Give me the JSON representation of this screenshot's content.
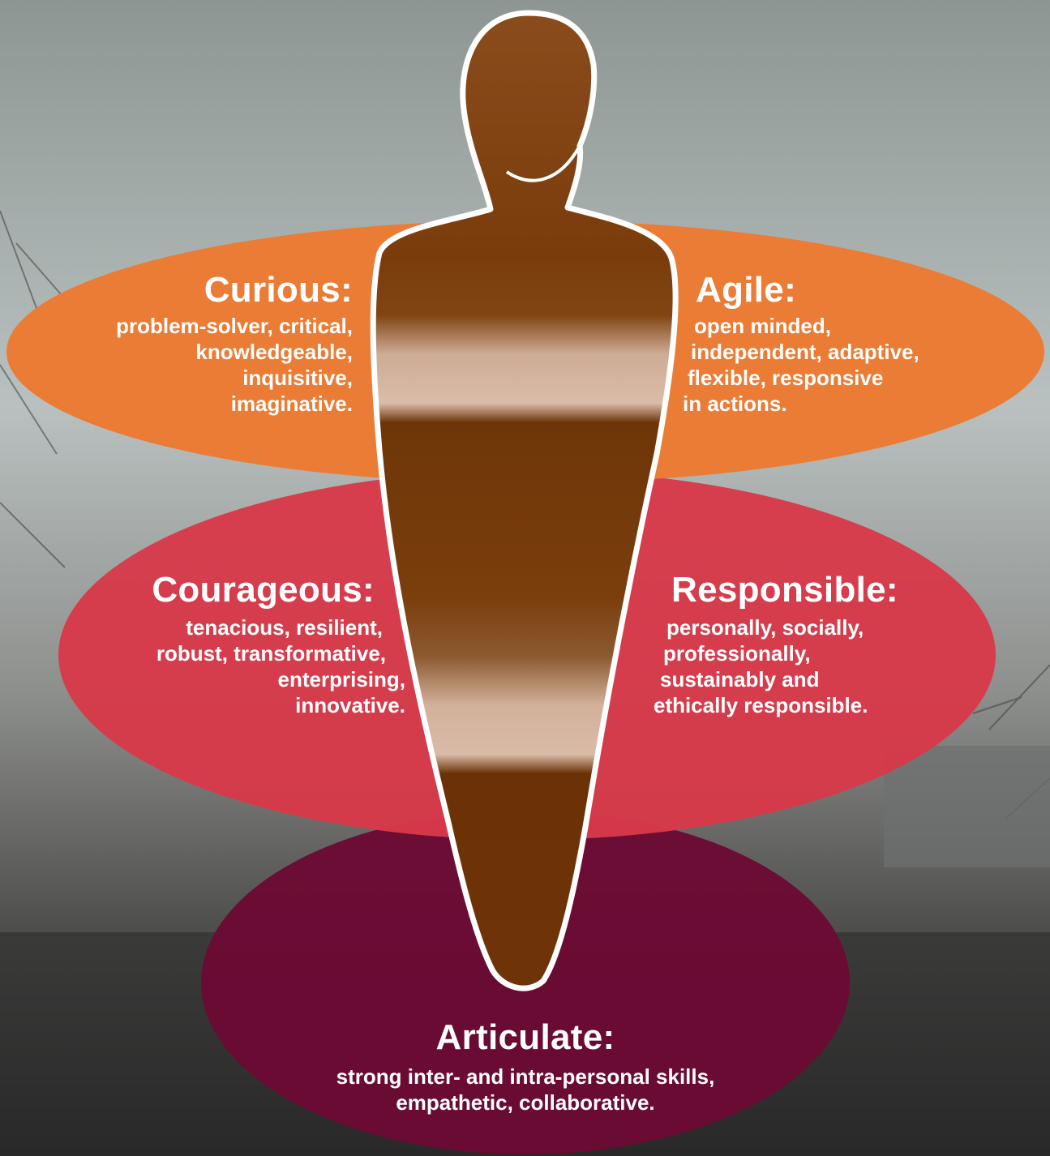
{
  "colors": {
    "orange": "#ec7a32",
    "red": "#d7394a",
    "maroon": "#6b0a33",
    "figure": "#7d3d0c",
    "figure_light": "#d3b29c",
    "outline": "#ffffff",
    "text": "#ffffff"
  },
  "traits": {
    "curious": {
      "title": "Curious:",
      "lines": [
        "problem-solver, critical,",
        "knowledgeable,",
        "inquisitive,",
        "imaginative."
      ]
    },
    "agile": {
      "title": "Agile:",
      "lines": [
        "open minded,",
        "independent, adaptive,",
        "flexible, responsive",
        "in actions."
      ]
    },
    "courageous": {
      "title": "Courageous:",
      "lines": [
        "tenacious, resilient,",
        "robust, transformative,",
        "enterprising,",
        "innovative."
      ]
    },
    "responsible": {
      "title": "Responsible:",
      "lines": [
        "personally, socially,",
        "professionally,",
        "sustainably and",
        "ethically responsible."
      ]
    },
    "articulate": {
      "title": "Articulate:",
      "lines": [
        "strong inter- and intra-personal skills,",
        "empathetic, collaborative."
      ]
    }
  }
}
